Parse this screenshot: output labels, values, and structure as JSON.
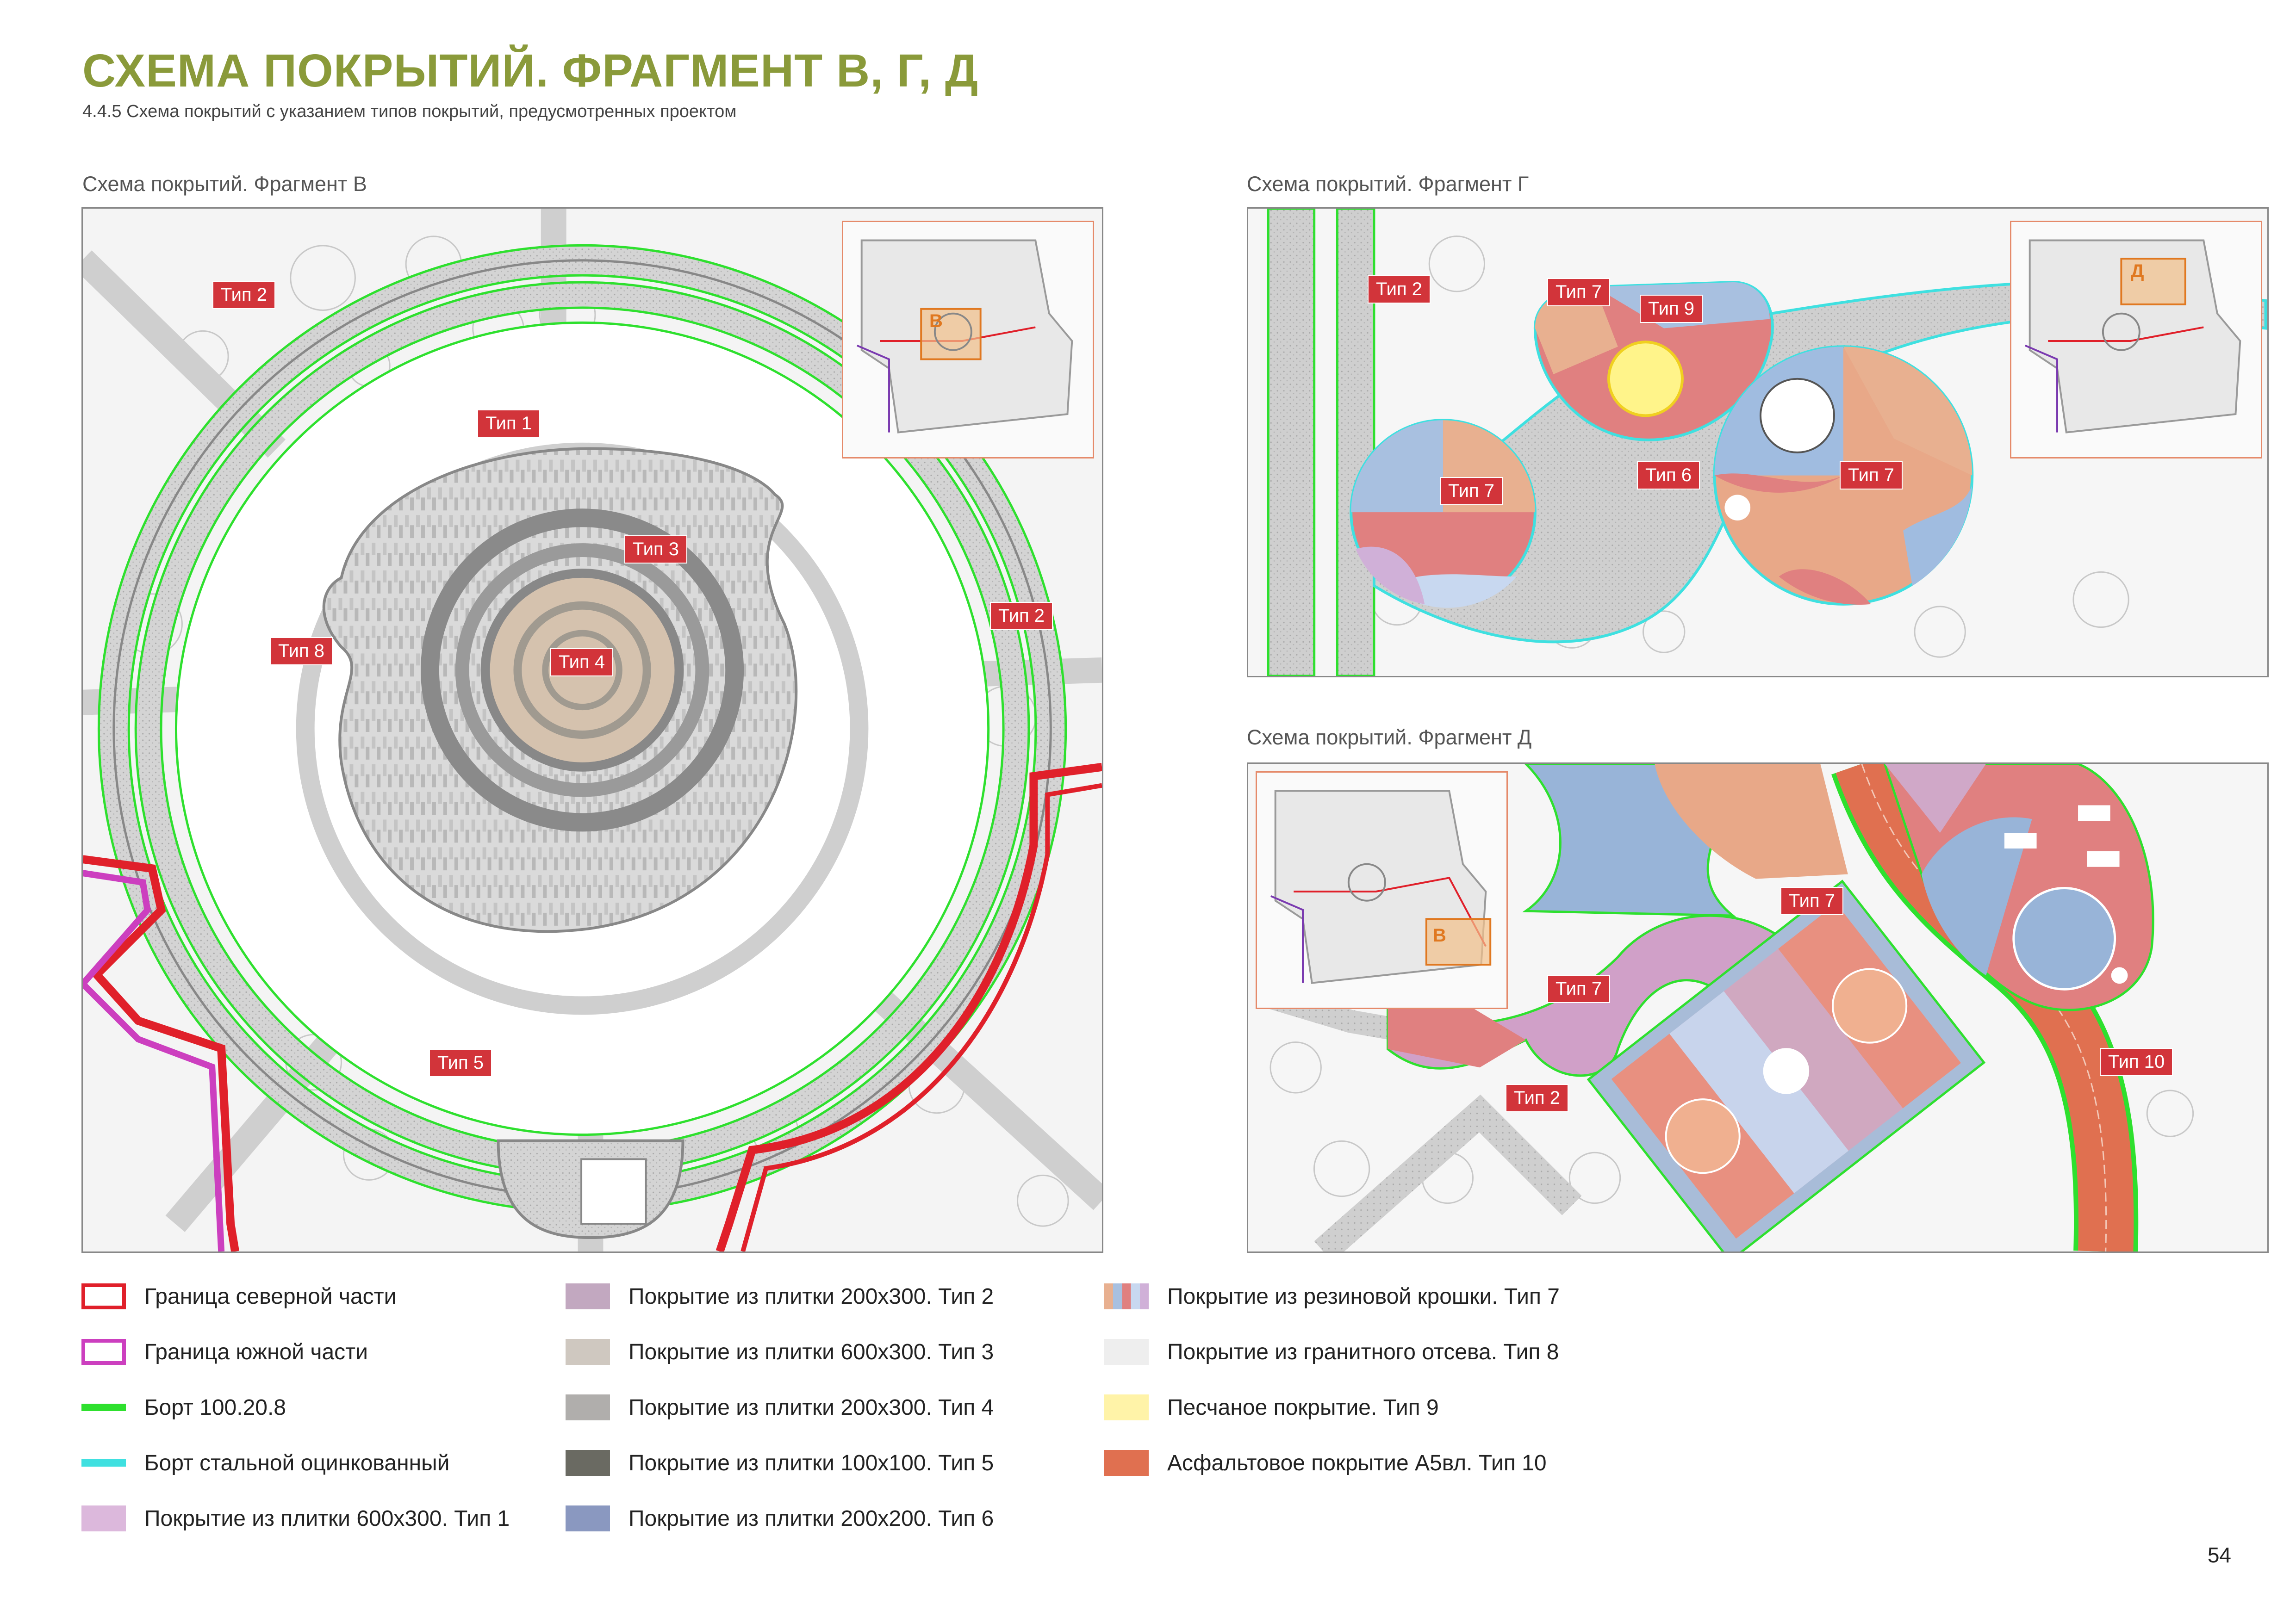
{
  "header": {
    "title": "СХЕМА ПОКРЫТИЙ. ФРАГМЕНТ В, Г, Д",
    "subtitle": "4.4.5 Схема покрытий с указанием типов покрытий, предусмотренных проектом"
  },
  "panels": {
    "v": {
      "title": "Схема покрытий. Фрагмент В",
      "minimap_letter": "В",
      "tags": [
        "Тип 2",
        "Тип 1",
        "Тип 3",
        "Тип 4",
        "Тип 8",
        "Тип 2",
        "Тип 5"
      ]
    },
    "g": {
      "title": "Схема покрытий. Фрагмент Г",
      "minimap_letter": "Д",
      "tags": [
        "Тип 2",
        "Тип 7",
        "Тип 9",
        "Тип 7",
        "Тип 6",
        "Тип 7"
      ]
    },
    "d": {
      "title": "Схема покрытий. Фрагмент Д",
      "minimap_letter": "В",
      "tags": [
        "Тип 7",
        "Тип 7",
        "Тип 2",
        "Тип 10"
      ]
    }
  },
  "legend": {
    "items": [
      {
        "label": "Граница северной части",
        "style": "outline",
        "color": "#e0202a"
      },
      {
        "label": "Граница южной части",
        "style": "outline",
        "color": "#cc3fbf"
      },
      {
        "label": "Борт 100.20.8",
        "style": "line",
        "color": "#2ee02e"
      },
      {
        "label": "Борт стальной оцинкованный",
        "style": "line",
        "color": "#3fe0e0"
      },
      {
        "label": "Покрытие из плитки 600x300. Тип 1",
        "style": "fill",
        "color": "#dcb8dc"
      },
      {
        "label": "Покрытие из плитки 200x300. Тип 2",
        "style": "fill",
        "color": "#c2a8c0"
      },
      {
        "label": "Покрытие из плитки 600x300. Тип 3",
        "style": "fill",
        "color": "#cfc8c0"
      },
      {
        "label": "Покрытие из плитки 200x300. Тип 4",
        "style": "fill",
        "color": "#b0aeac"
      },
      {
        "label": "Покрытие из плитки 100x100. Тип 5",
        "style": "fill",
        "color": "#6a6a62"
      },
      {
        "label": "Покрытие из плитки 200x200. Тип 6",
        "style": "fill",
        "color": "#8a98c0"
      },
      {
        "label": "Покрытие из резиновой крошки. Тип 7",
        "style": "stripes",
        "color": "#e8b0a0"
      },
      {
        "label": "Покрытие из гранитного отсева. Тип 8",
        "style": "fill",
        "color": "#eeeeee"
      },
      {
        "label": "Песчаное покрытие. Тип 9",
        "style": "fill",
        "color": "#fff3a8"
      },
      {
        "label": "Асфальтовое покрытие А5вл. Тип 10",
        "style": "fill",
        "color": "#e07050"
      }
    ]
  },
  "page_number": "54",
  "colors": {
    "title": "#8a9a3a",
    "tag": "#d2343a",
    "curb_green": "#2ee02e",
    "curb_cyan": "#3fe0e0"
  }
}
